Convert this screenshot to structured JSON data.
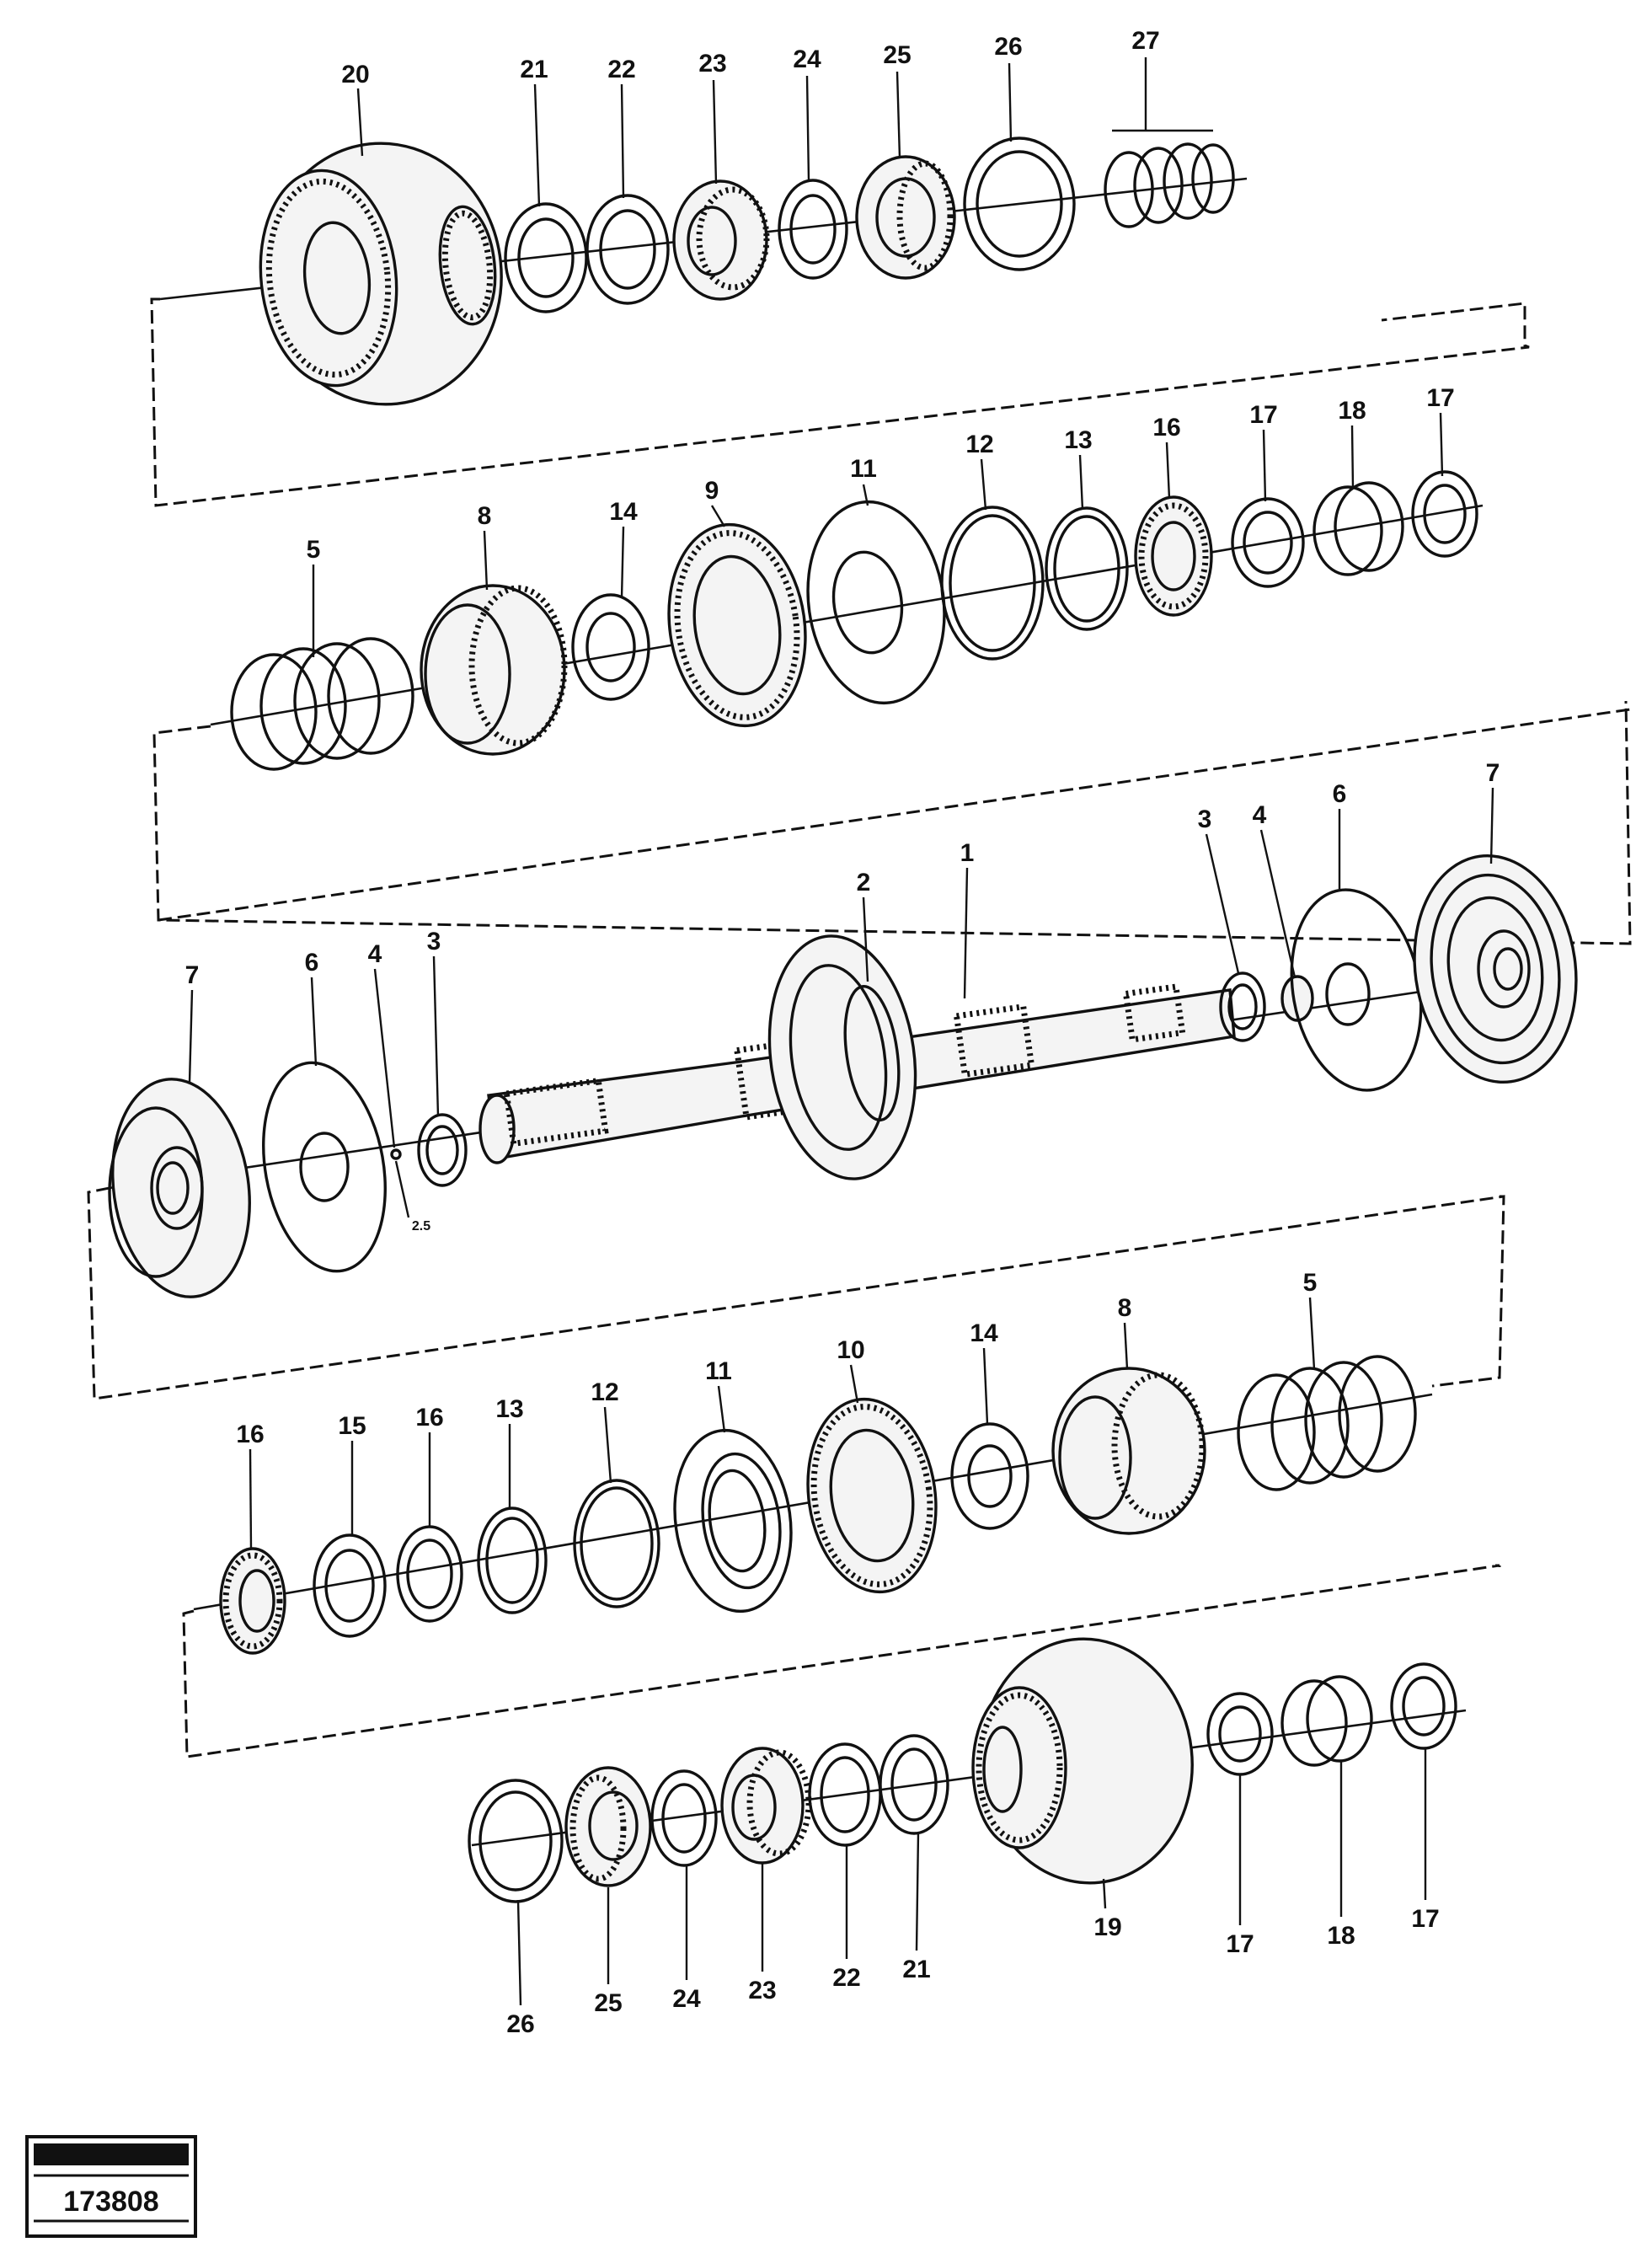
{
  "rows": {
    "row1": {
      "labels": [
        "20",
        "21",
        "22",
        "23",
        "24",
        "25",
        "26",
        "27"
      ]
    },
    "row2": {
      "labels": [
        "5",
        "8",
        "14",
        "9",
        "11",
        "12",
        "13",
        "16",
        "17",
        "18",
        "17"
      ]
    },
    "row3": {
      "labels": [
        "7",
        "6",
        "4",
        "3",
        "2",
        "1",
        "3",
        "4",
        "6",
        "7"
      ],
      "note": "2.5"
    },
    "row4": {
      "labels": [
        "16",
        "15",
        "16",
        "13",
        "12",
        "11",
        "10",
        "14",
        "8",
        "5"
      ]
    },
    "row5": {
      "labels": [
        "26",
        "25",
        "24",
        "23",
        "22",
        "21",
        "19",
        "17",
        "18",
        "17"
      ]
    }
  },
  "stamp": {
    "number": "173808"
  }
}
